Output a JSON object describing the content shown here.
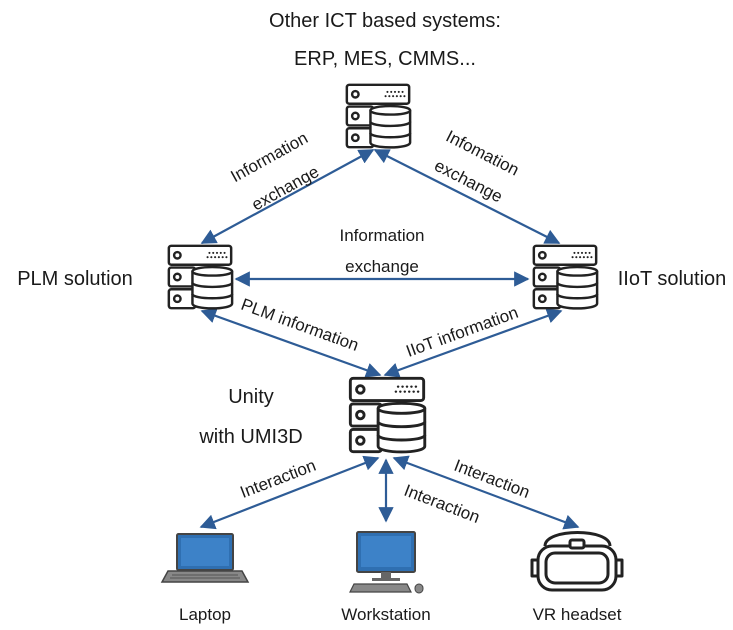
{
  "top": {
    "line1": "Other ICT based systems:",
    "line2": "ERP, MES, CMMS..."
  },
  "plm": {
    "label": "PLM solution"
  },
  "iiot": {
    "label": "IIoT solution"
  },
  "unity": {
    "line1": "Unity",
    "line2": "with UMI3D"
  },
  "edges": {
    "top_left": {
      "line1": "Information",
      "line2": "exchange"
    },
    "top_right": {
      "line1": "Infomation",
      "line2": "exchange"
    },
    "middle": {
      "line1": "Information",
      "line2": "exchange"
    },
    "plm_unity": "PLM information",
    "iiot_unity": "IIoT information",
    "laptop": "Interaction",
    "workstation": "Interaction",
    "vr": "Interaction"
  },
  "devices": {
    "laptop": "Laptop",
    "workstation": "Workstation",
    "vr": "VR headset"
  },
  "colors": {
    "arrow": "#2e5c96",
    "device_blue": "#2f6fb1",
    "server_outline": "#222222"
  }
}
